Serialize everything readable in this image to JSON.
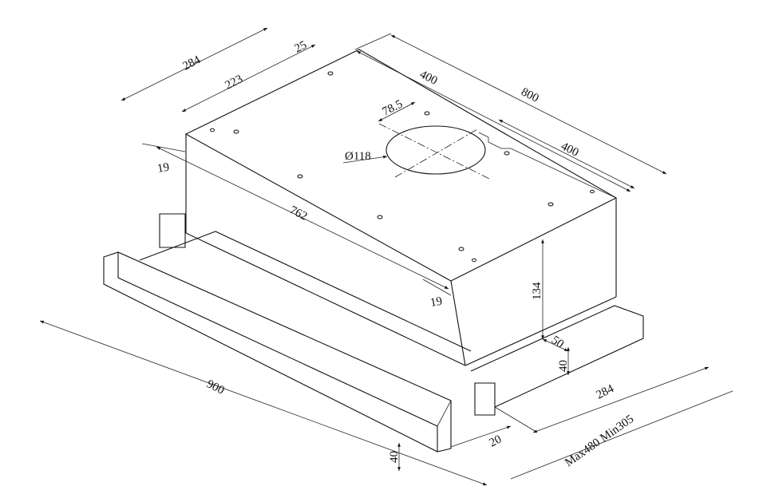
{
  "title": "Telescopic cooker hood dimension drawing",
  "dimensions": {
    "depth_top": "284",
    "offset_back": "25",
    "hole_spacing": "223",
    "half_width_left": "400",
    "total_width": "800",
    "outlet_offset": "78.5",
    "outlet_diameter": "Ø118",
    "half_width_right": "400",
    "side_margin_left": "19",
    "hole_span": "762",
    "side_margin_right": "19",
    "body_height": "134",
    "rail_depth": "50",
    "rail_height": "40",
    "drawer_depth": "284",
    "front_width": "900",
    "extension_range": "Max480 Min305",
    "panel_height": "40",
    "panel_thickness": "20"
  },
  "colors": {
    "line": "#111111",
    "background": "#ffffff"
  }
}
